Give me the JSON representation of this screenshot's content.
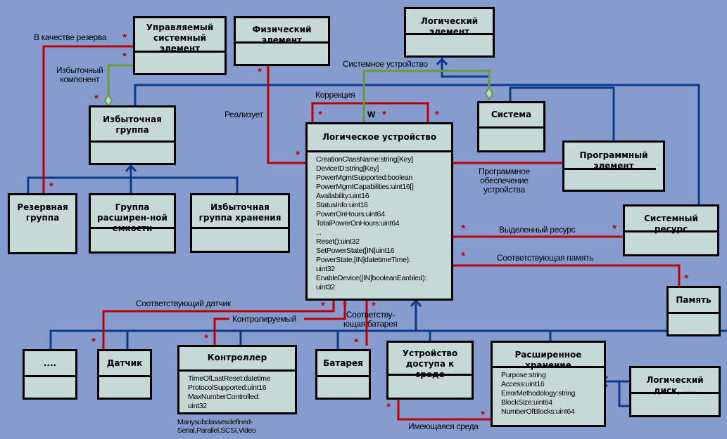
{
  "diagram": {
    "colors": {
      "background": "#869ccf",
      "box_fill": "#c6d9d7",
      "inheritance": "#0a3a8a",
      "association": "#c00000",
      "aggregation": "#6a9a3a"
    },
    "multiplicity_symbol": "*",
    "classes": {
      "managed_system_element": {
        "title": "Управляемый системный элемент"
      },
      "physical_element": {
        "title": "Физический элемент"
      },
      "logical_element": {
        "title": "Логический элемент"
      },
      "redundancy_group": {
        "title": "Избыточная группа"
      },
      "system": {
        "title": "Система"
      },
      "software_element": {
        "title": "Программный элемент"
      },
      "logical_device": {
        "title": "Логическое устройство",
        "attributes": "CreationClassName:string[Key]\nDeviceID:string[Key]\nPowerMgmtSupported:boolean\nPowerMgmtCapabilities:uint16[]\nAvailability:uint16\nStatusInfo:uint16\nPowerOnHours:uint64\nTotalPowerOnHours:uint64\n...\nReset():uint32\nSetPowerState([IN]uint16\nPowerState,[IN]datetimeTime):\nuint32\nEnableDevice([IN]booleanEanbled):\nuint32"
      },
      "spare_group": {
        "title": "Резервная группа"
      },
      "extra_capacity_group": {
        "title": "Группа расширен-ной емкости"
      },
      "storage_redundancy_group": {
        "title": "Избыточная группа хранения"
      },
      "system_resource": {
        "title": "Системный ресурс"
      },
      "memory": {
        "title": "Память"
      },
      "dots": {
        "title": "...."
      },
      "sensor": {
        "title": "Датчик"
      },
      "controller": {
        "title": "Контроллер",
        "attributes": "TimeOfLastReset:datetime\nProtocolSupported:uint16\nMaxNumberControlled:\nuint32"
      },
      "battery": {
        "title": "Батарея"
      },
      "media_access_device": {
        "title": "Устройство доступа к среде"
      },
      "storage_extent": {
        "title": "Расширенное хранение",
        "attributes": "Purpose:string\nAccess:uint16\nErrorMethodology:string\nBlockSize:uint64\nNumberOfBlocks:uint64"
      },
      "logical_disk": {
        "title": "Логический диск, ...."
      }
    },
    "labels": {
      "as_spare": "В качестве резерва",
      "redundancy_component_1": "Избыточный",
      "redundancy_component_2": "компонент",
      "realizes": "Реализует",
      "system_device": "Системное устройство",
      "correction": "Коррекция",
      "w": "W",
      "device_software_1": "Программное",
      "device_software_2": "обеспечение",
      "device_software_3": "устройства",
      "allocated_resource": "Выделенный ресурс",
      "associated_memory": "Соответствующая память",
      "associated_sensor": "Соответствующий датчик",
      "controlled_by": "Контролируемый",
      "associated_battery_1": "Соответству-",
      "associated_battery_2": "ющая батарея",
      "media_present": "Имеющаяся среда",
      "controller_note_1": "Manysubclassesdefined-",
      "controller_note_2": "Serial,Parallel,SCSI,Video"
    }
  }
}
